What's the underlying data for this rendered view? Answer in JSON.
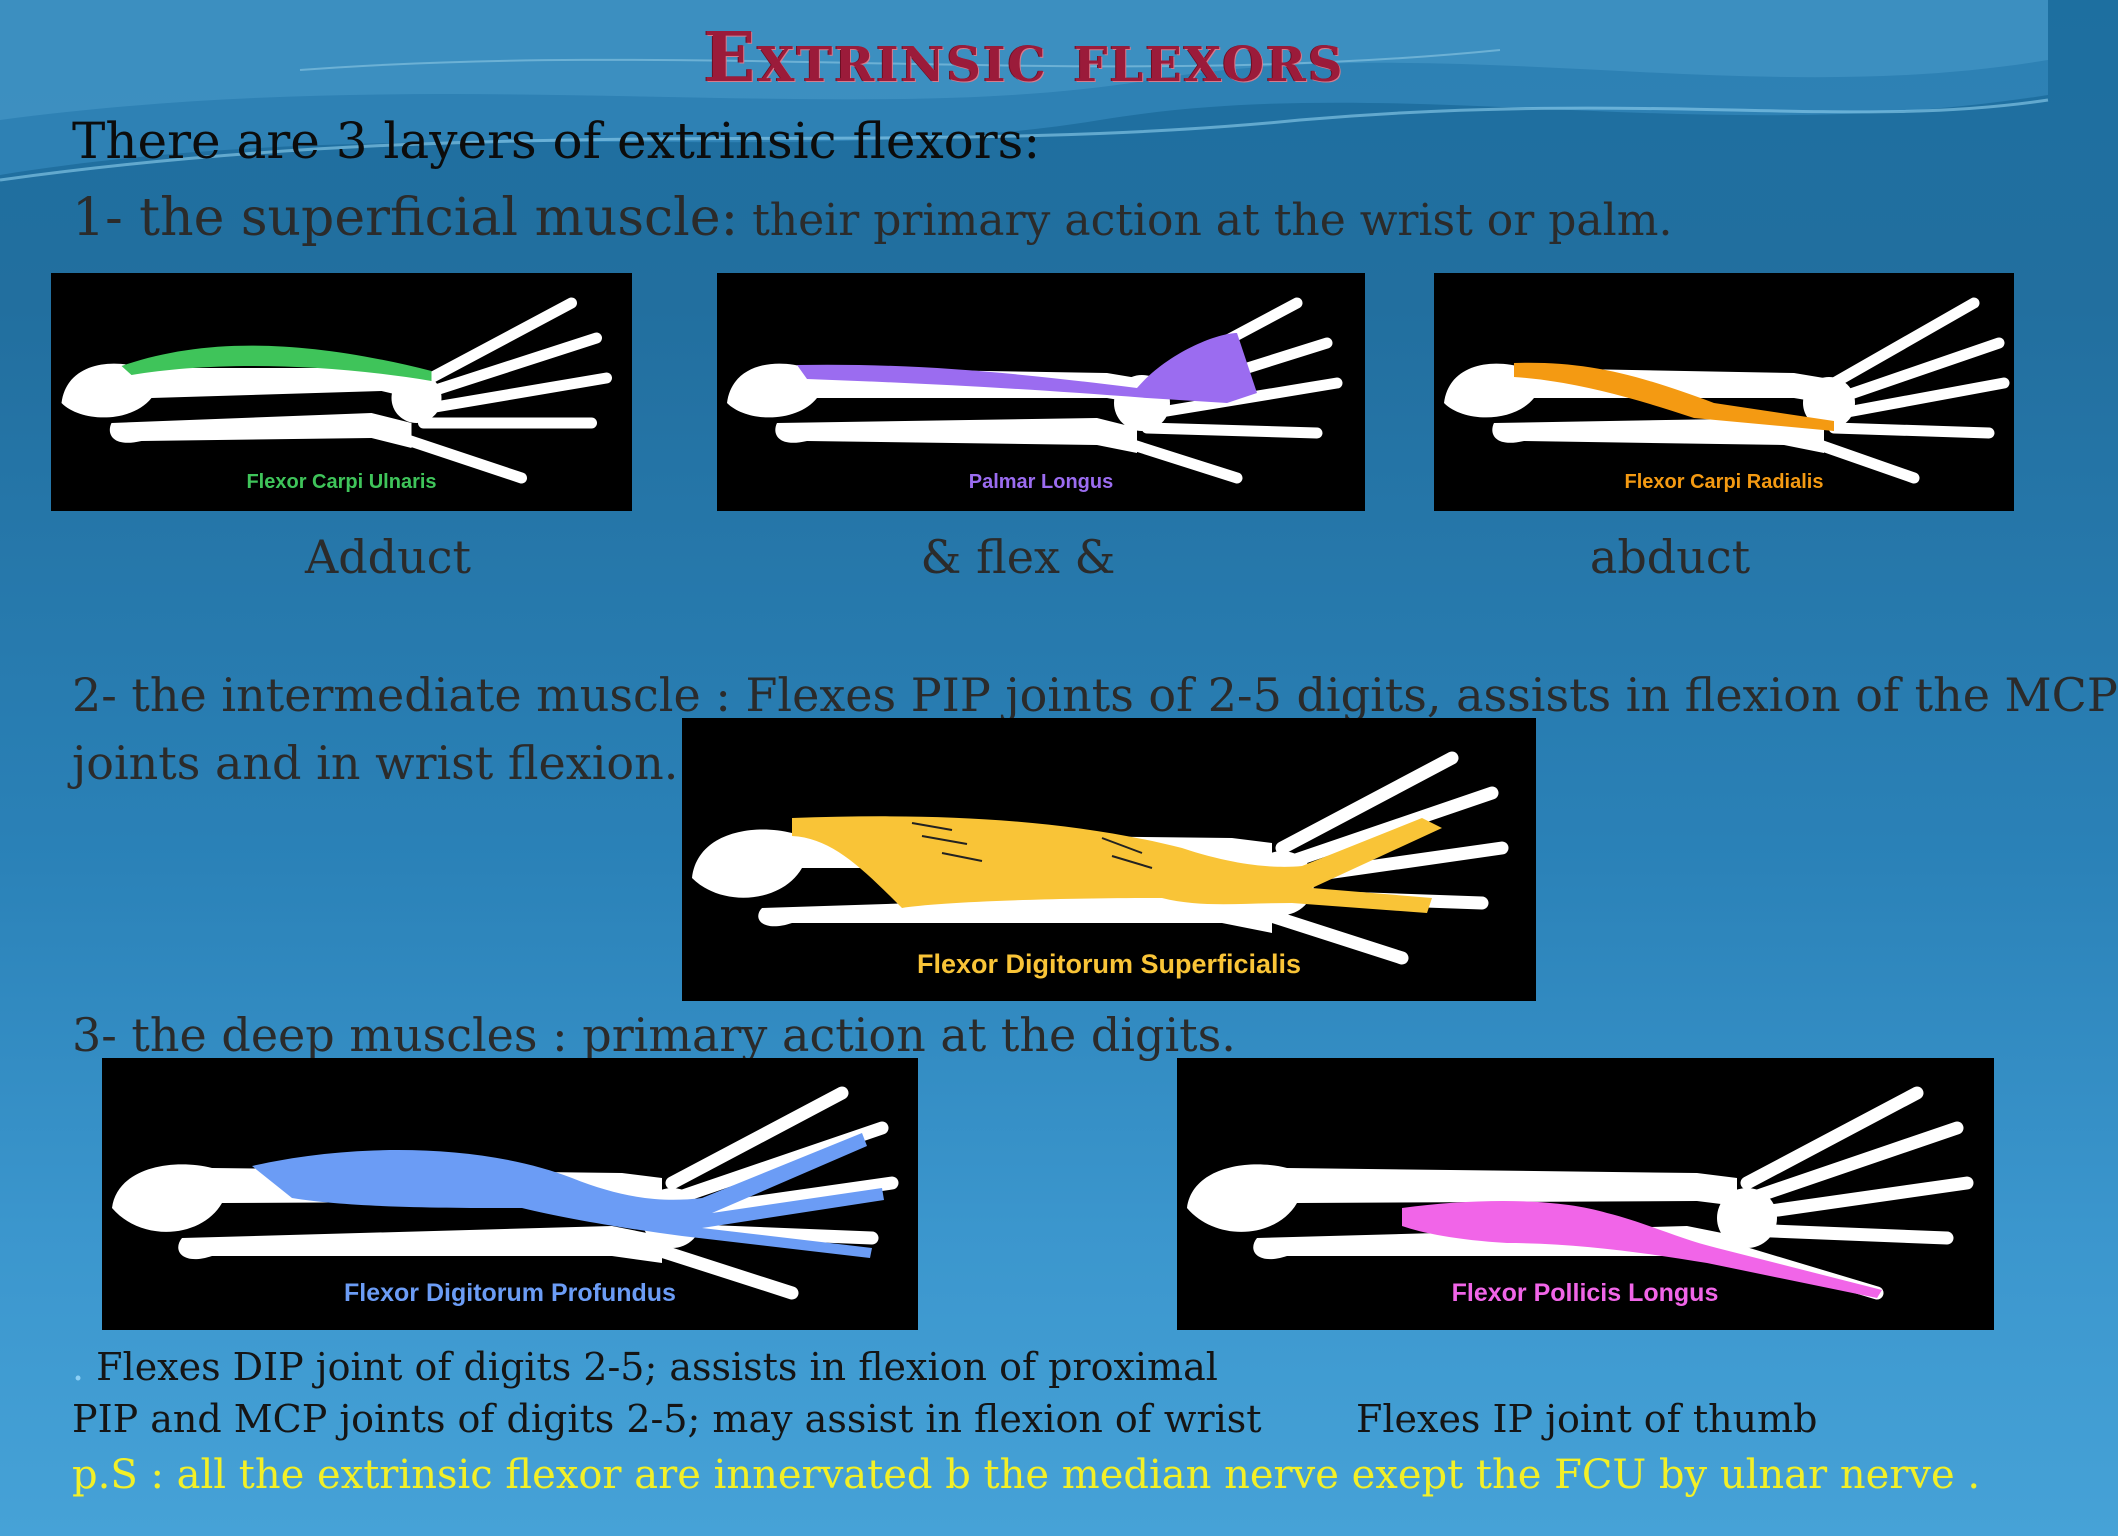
{
  "slide": {
    "title": "Extrinsic flexors",
    "intro": "There are 3 layers of extrinsic flexors:",
    "layer1": {
      "lead": "1- the superficial muscle:",
      "rest": " their primary action at the wrist or palm."
    },
    "images_row1": [
      {
        "label": "Flexor Carpi Ulnaris",
        "color": "#3fc45a"
      },
      {
        "label": "Palmar Longus",
        "color": "#9b6cf0"
      },
      {
        "label": "Flexor Carpi Radialis",
        "color": "#f49a12"
      }
    ],
    "actions": [
      "Adduct",
      "& flex  &",
      "abduct"
    ],
    "layer2": {
      "line1": "2- the intermediate muscle : Flexes PIP joints of 2-5 digits, assists in flexion of the MCP",
      "line2": " joints and in wrist flexion."
    },
    "image_fds": {
      "label": "Flexor Digitorum Superficialis",
      "color": "#f9c437"
    },
    "layer3": "3- the deep muscles : primary action at the digits.",
    "images_row3": [
      {
        "label": "Flexor Digitorum Profundus",
        "color": "#6b9cf5"
      },
      {
        "label": "Flexor Pollicis Longus",
        "color": "#f165e8"
      }
    ],
    "fdp_caption": {
      "bullet": ".",
      "line1": " Flexes DIP joint of digits 2-5; assists in flexion of proximal",
      "line2": " PIP and MCP joints of digits 2-5; may assist in flexion of wrist"
    },
    "fpl_caption": "Flexes IP joint of thumb",
    "note": "p.S : all the extrinsic flexor  are innervated b the median nerve exept the FCU by ulnar nerve ."
  }
}
